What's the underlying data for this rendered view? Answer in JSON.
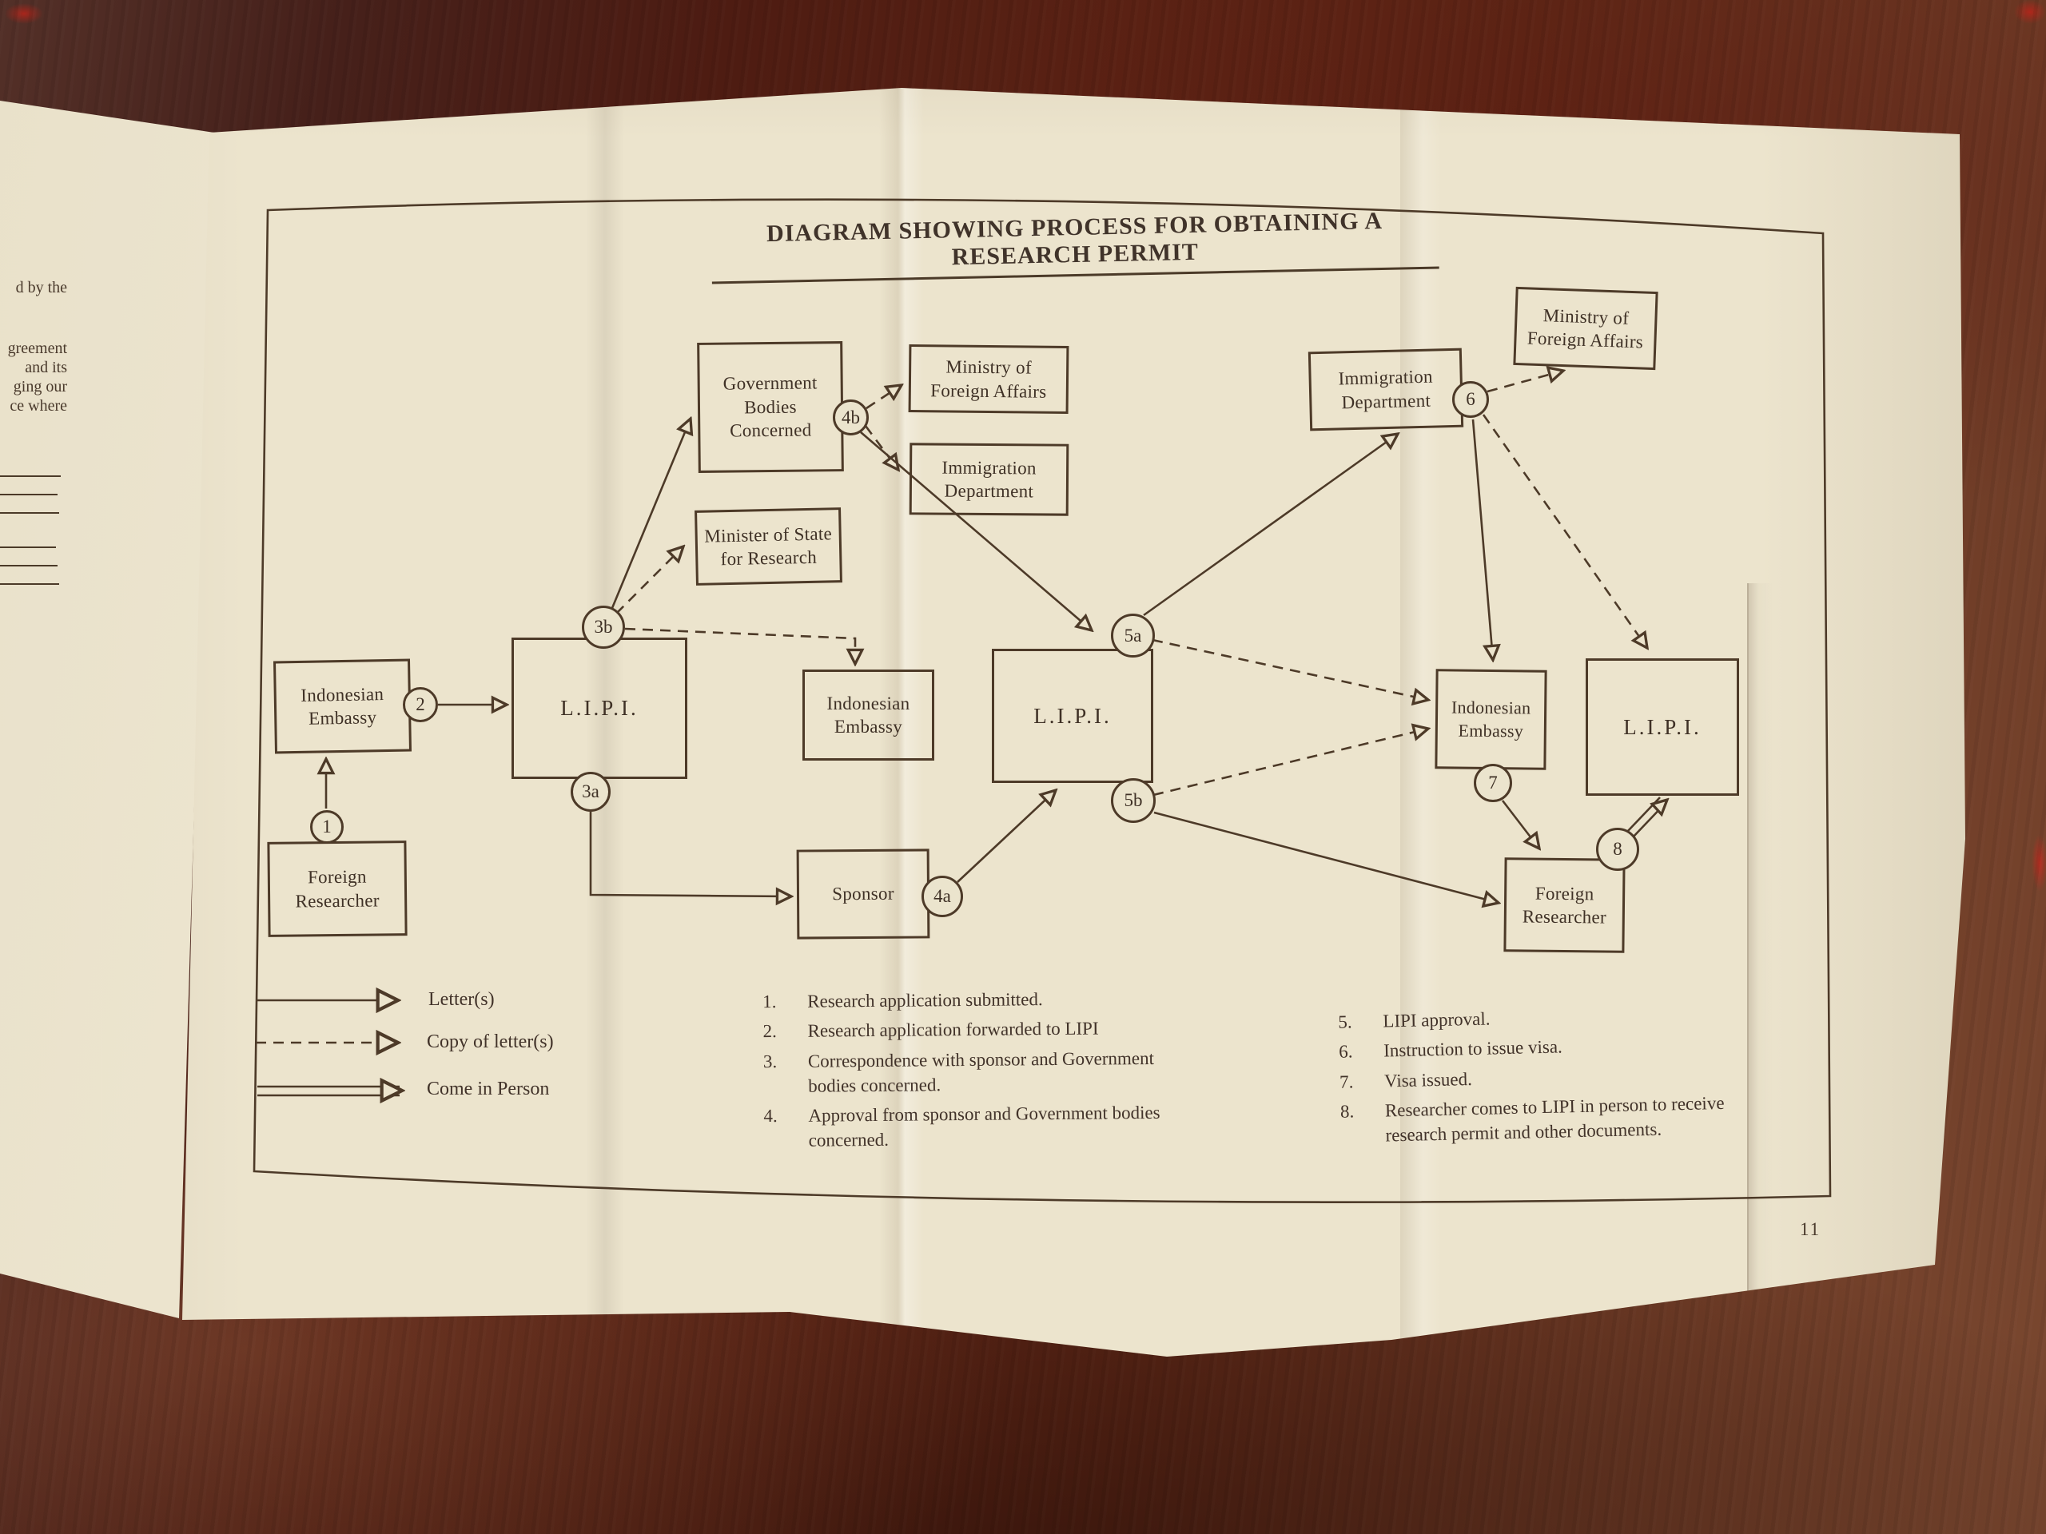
{
  "title": "DIAGRAM SHOWING PROCESS FOR OBTAINING A RESEARCH PERMIT",
  "page_number": "11",
  "left_fragment": {
    "line1": "d by the",
    "line2": "greement",
    "line3": "and its",
    "line4": "ging our",
    "line5": "ce where"
  },
  "boxes": {
    "embassy1": {
      "l1": "Indonesian",
      "l2": "Embassy"
    },
    "researcher1": {
      "l1": "Foreign",
      "l2": "Researcher"
    },
    "lipi1": {
      "l1": "L.I.P.I."
    },
    "gov": {
      "l1": "Government",
      "l2": "Bodies",
      "l3": "Concerned"
    },
    "minister": {
      "l1": "Minister of State",
      "l2": "for Research"
    },
    "embassy2": {
      "l1": "Indonesian",
      "l2": "Embassy"
    },
    "mofa1": {
      "l1": "Ministry of",
      "l2": "Foreign Affairs"
    },
    "imm1": {
      "l1": "Immigration",
      "l2": "Department"
    },
    "lipi2": {
      "l1": "L.I.P.I."
    },
    "sponsor": {
      "l1": "Sponsor"
    },
    "imm2": {
      "l1": "Immigration",
      "l2": "Department"
    },
    "mofa2": {
      "l1": "Ministry of",
      "l2": "Foreign Affairs"
    },
    "embassy3": {
      "l1": "Indonesian",
      "l2": "Embassy"
    },
    "lipi3": {
      "l1": "L.I.P.I."
    },
    "researcher2": {
      "l1": "Foreign",
      "l2": "Researcher"
    }
  },
  "badges": {
    "n1": "1",
    "n2": "2",
    "n3a": "3a",
    "n3b": "3b",
    "n4a": "4a",
    "n4b": "4b",
    "n5a": "5a",
    "n5b": "5b",
    "n6": "6",
    "n7": "7",
    "n8": "8"
  },
  "legend": {
    "letters": "Letter(s)",
    "copy": "Copy of letter(s)",
    "person": "Come in Person"
  },
  "steps": {
    "s1": {
      "num": "1.",
      "text": "Research application submitted."
    },
    "s2": {
      "num": "2.",
      "text": "Research application forwarded to LIPI"
    },
    "s3": {
      "num": "3.",
      "text": "Correspondence with sponsor and Government bodies concerned."
    },
    "s4": {
      "num": "4.",
      "text": "Approval from sponsor and Government bodies concerned."
    },
    "s5": {
      "num": "5.",
      "text": "LIPI approval."
    },
    "s6": {
      "num": "6.",
      "text": "Instruction to issue visa."
    },
    "s7": {
      "num": "7.",
      "text": "Visa issued."
    },
    "s8": {
      "num": "8.",
      "text": "Researcher comes to LIPI in person to receive research permit and other documents."
    }
  },
  "colors": {
    "ink": "#4d3a28",
    "paper": "#ece4cd",
    "wood": "#5a2214"
  }
}
